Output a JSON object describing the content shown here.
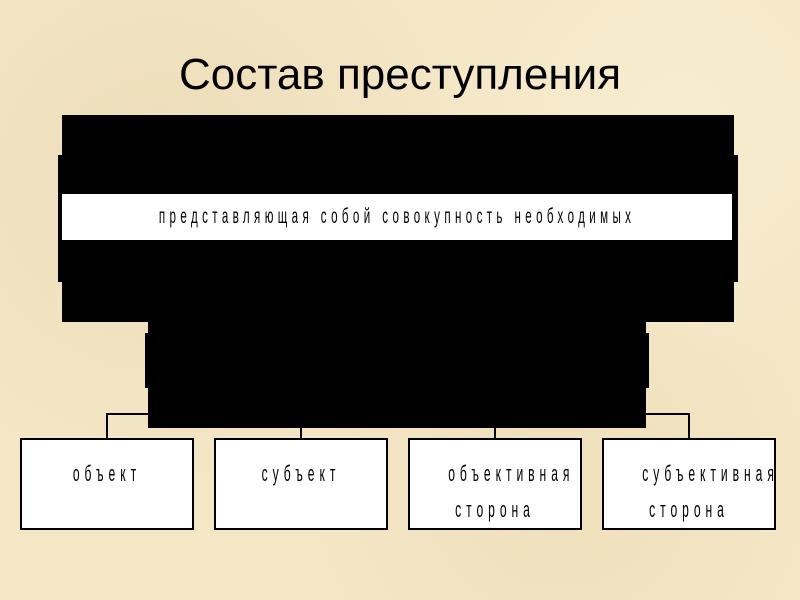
{
  "title": "Состав преступления",
  "definition_visible_text": "представляющая собой совокупность необходимых",
  "elements": [
    {
      "lines": [
        "объект"
      ]
    },
    {
      "lines": [
        "субъект"
      ]
    },
    {
      "lines": [
        "объективная",
        "сторона"
      ]
    },
    {
      "lines": [
        "субъективная",
        "сторона"
      ]
    }
  ]
}
